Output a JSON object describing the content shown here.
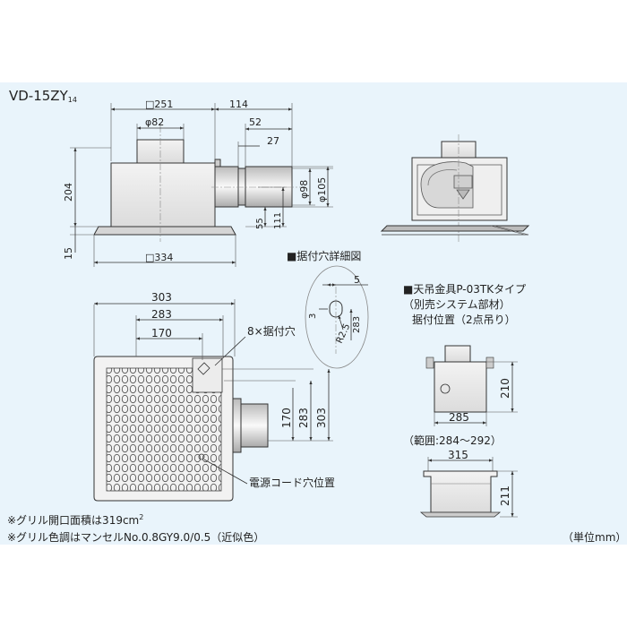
{
  "model": {
    "name": "VD-15ZY",
    "suffix": "14"
  },
  "front": {
    "top_width": "□251",
    "duct_dia": "φ82",
    "side": "114",
    "d52": "52",
    "d27": "27",
    "d98": "φ98",
    "d105": "φ105",
    "height": "204",
    "d55": "55",
    "d111": "111",
    "d15": "15",
    "bottom_width": "□334"
  },
  "detail": {
    "title": "■据付穴詳細図",
    "d5": "5",
    "d3": "3",
    "d283": "283",
    "r": "R2.5"
  },
  "bottom": {
    "d303": "303",
    "d283": "283",
    "d170": "170",
    "holes": "8×据付穴",
    "v170": "170",
    "v283": "283",
    "v303": "303",
    "cord": "電源コード穴位置"
  },
  "hanger": {
    "title": "■天吊金具P-03TKタイプ",
    "line2": "（別売システム部材）",
    "line3": "据付位置（2点吊り）",
    "d210": "210",
    "d285": "285",
    "range": "（範囲:284～292）",
    "d315": "315",
    "d211": "211"
  },
  "notes": {
    "note1": "※グリル開口面積は319cm",
    "note1_sup": "2",
    "note2": "※グリル色調はマンセルNo.0.8GY9.0/0.5（近似色）",
    "unit": "（単位mm）"
  }
}
